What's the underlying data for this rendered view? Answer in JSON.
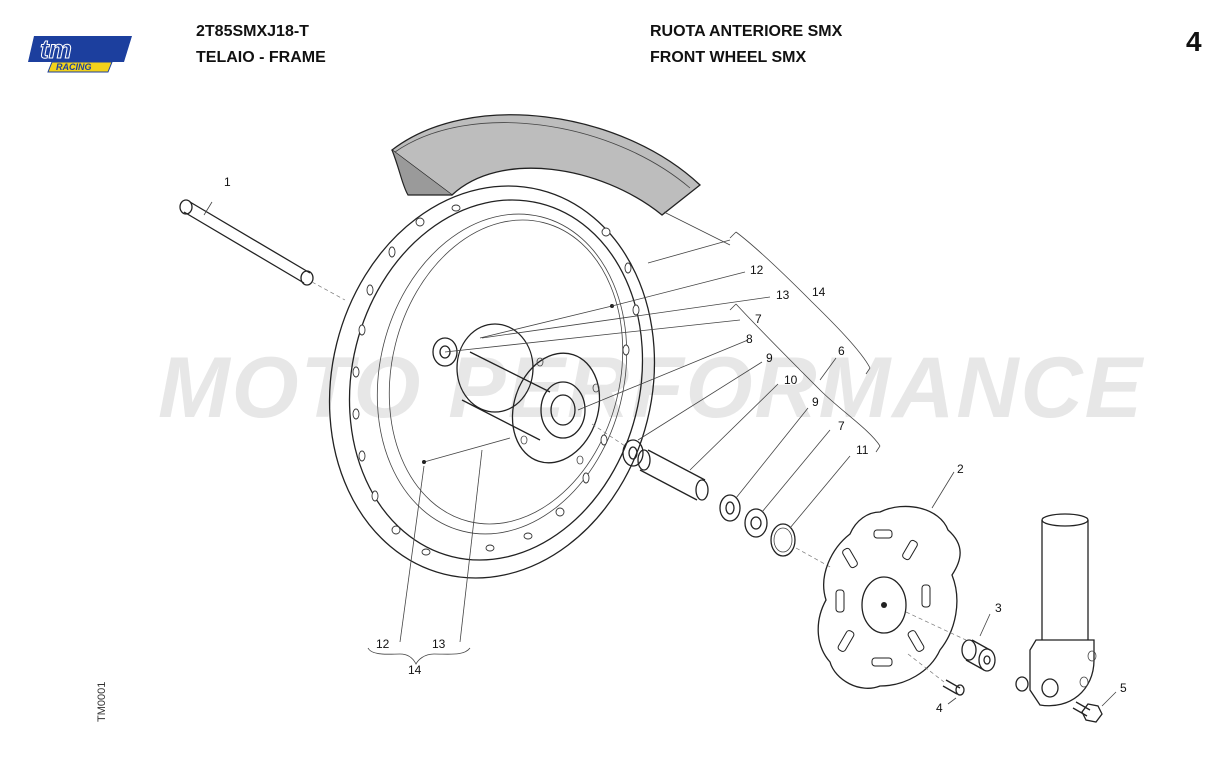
{
  "header": {
    "code": "2T85SMXJ18-T",
    "frame_label": "TELAIO - FRAME",
    "title_it": "RUOTA ANTERIORE SMX",
    "title_en": "FRONT WHEEL SMX",
    "page_number": "4"
  },
  "brand": {
    "logo_text": "tm",
    "logo_subtext": "RACING",
    "colors": {
      "blue": "#1c3f9e",
      "yellow": "#f2d21a"
    }
  },
  "watermark": "MOTO PERFORMANCE",
  "document_code": "TM0001",
  "callouts": {
    "c1": "1",
    "c2": "2",
    "c3": "3",
    "c4": "4",
    "c5": "5",
    "c6": "6",
    "c7a": "7",
    "c7b": "7",
    "c8": "8",
    "c9a": "9",
    "c9b": "9",
    "c10": "10",
    "c11": "11",
    "c12a": "12",
    "c12b": "12",
    "c13a": "13",
    "c13b": "13",
    "c14a": "14",
    "c14b": "14"
  }
}
